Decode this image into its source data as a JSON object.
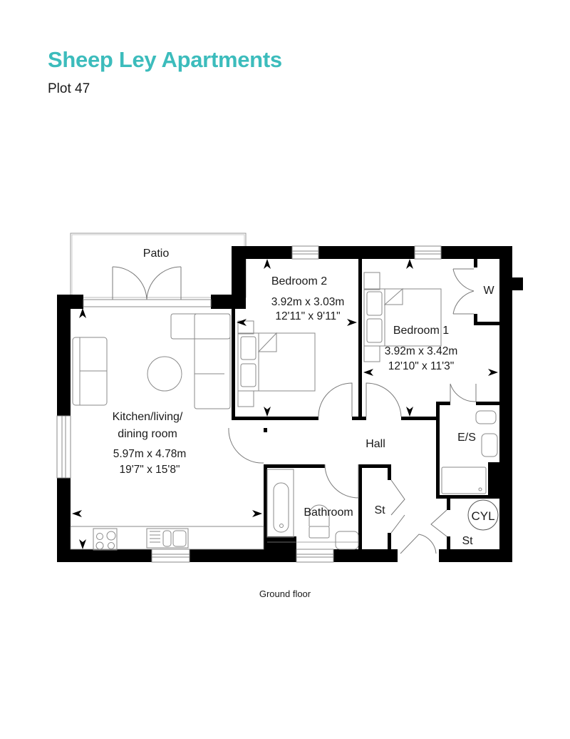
{
  "header": {
    "title": "Sheep Ley Apartments",
    "subtitle": "Plot 47",
    "accent_color": "#3cbcbc"
  },
  "floor": {
    "caption": "Ground floor"
  },
  "rooms": {
    "patio": {
      "label": "Patio"
    },
    "bedroom2": {
      "label": "Bedroom 2",
      "metric": "3.92m x 3.03m",
      "imperial": "12'11\" x 9'11\""
    },
    "bedroom1": {
      "label": "Bedroom 1",
      "metric": "3.92m x 3.42m",
      "imperial": "12'10\" x 11'3\""
    },
    "wardrobe": {
      "label": "W"
    },
    "kitchen": {
      "label_line1": "Kitchen/living/",
      "label_line2": "dining room",
      "metric": "5.97m x 4.78m",
      "imperial": "19'7\" x 15'8\""
    },
    "hall": {
      "label": "Hall"
    },
    "ensuite": {
      "label": "E/S"
    },
    "bathroom": {
      "label": "Bathroom"
    },
    "store1": {
      "label": "St"
    },
    "store2": {
      "label": "St"
    },
    "cylinder": {
      "label": "CYL"
    }
  },
  "colors": {
    "wall": "#000000",
    "fixture_line": "#8a8a8a",
    "text": "#1a1a1a"
  }
}
